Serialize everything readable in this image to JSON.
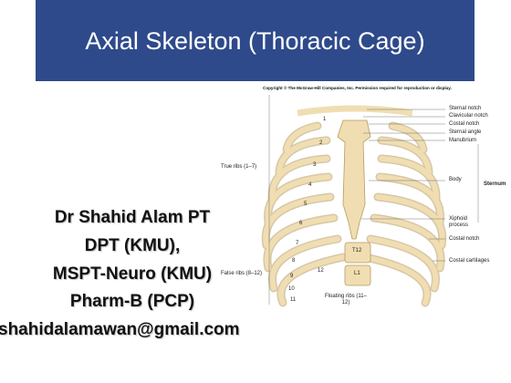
{
  "slide": {
    "title": "Axial Skeleton (Thoracic Cage)",
    "author_lines": [
      "Dr Shahid Alam PT",
      "DPT (KMU),",
      "MSPT-Neuro (KMU)",
      "Pharm-B (PCP)",
      "shahidalamawan@gmail.com"
    ]
  },
  "figure": {
    "copyright": "Copyright © The McGraw-Hill Companies, Inc. Permission required for reproduction or display.",
    "labels_right": {
      "sternal_notch": "Sternal notch",
      "clavicular_notch": "Clavicular notch",
      "costal_notch_top": "Costal notch",
      "sternal_angle": "Sternal angle",
      "manubrium": "Manubrium",
      "body": "Body",
      "sternum": "Sternum",
      "xiphoid": "Xiphoid process",
      "costal_notch_bottom": "Costal notch",
      "costal_cartilages": "Costal cartilages"
    },
    "labels_left": {
      "true_ribs": "True ribs (1–7)",
      "false_ribs": "False ribs (8–12)"
    },
    "floating_ribs": "Floating ribs (11–12)",
    "vertebrae": [
      "T12",
      "L1"
    ],
    "rib_numbers": [
      "1",
      "2",
      "3",
      "4",
      "5",
      "6",
      "7",
      "8",
      "9",
      "10",
      "11",
      "12"
    ],
    "colors": {
      "title_bar": "#2e4a8b",
      "bone": "#f0deb2",
      "bone_stroke": "#b89a5e",
      "cartilage": "#f6ecd0"
    }
  }
}
